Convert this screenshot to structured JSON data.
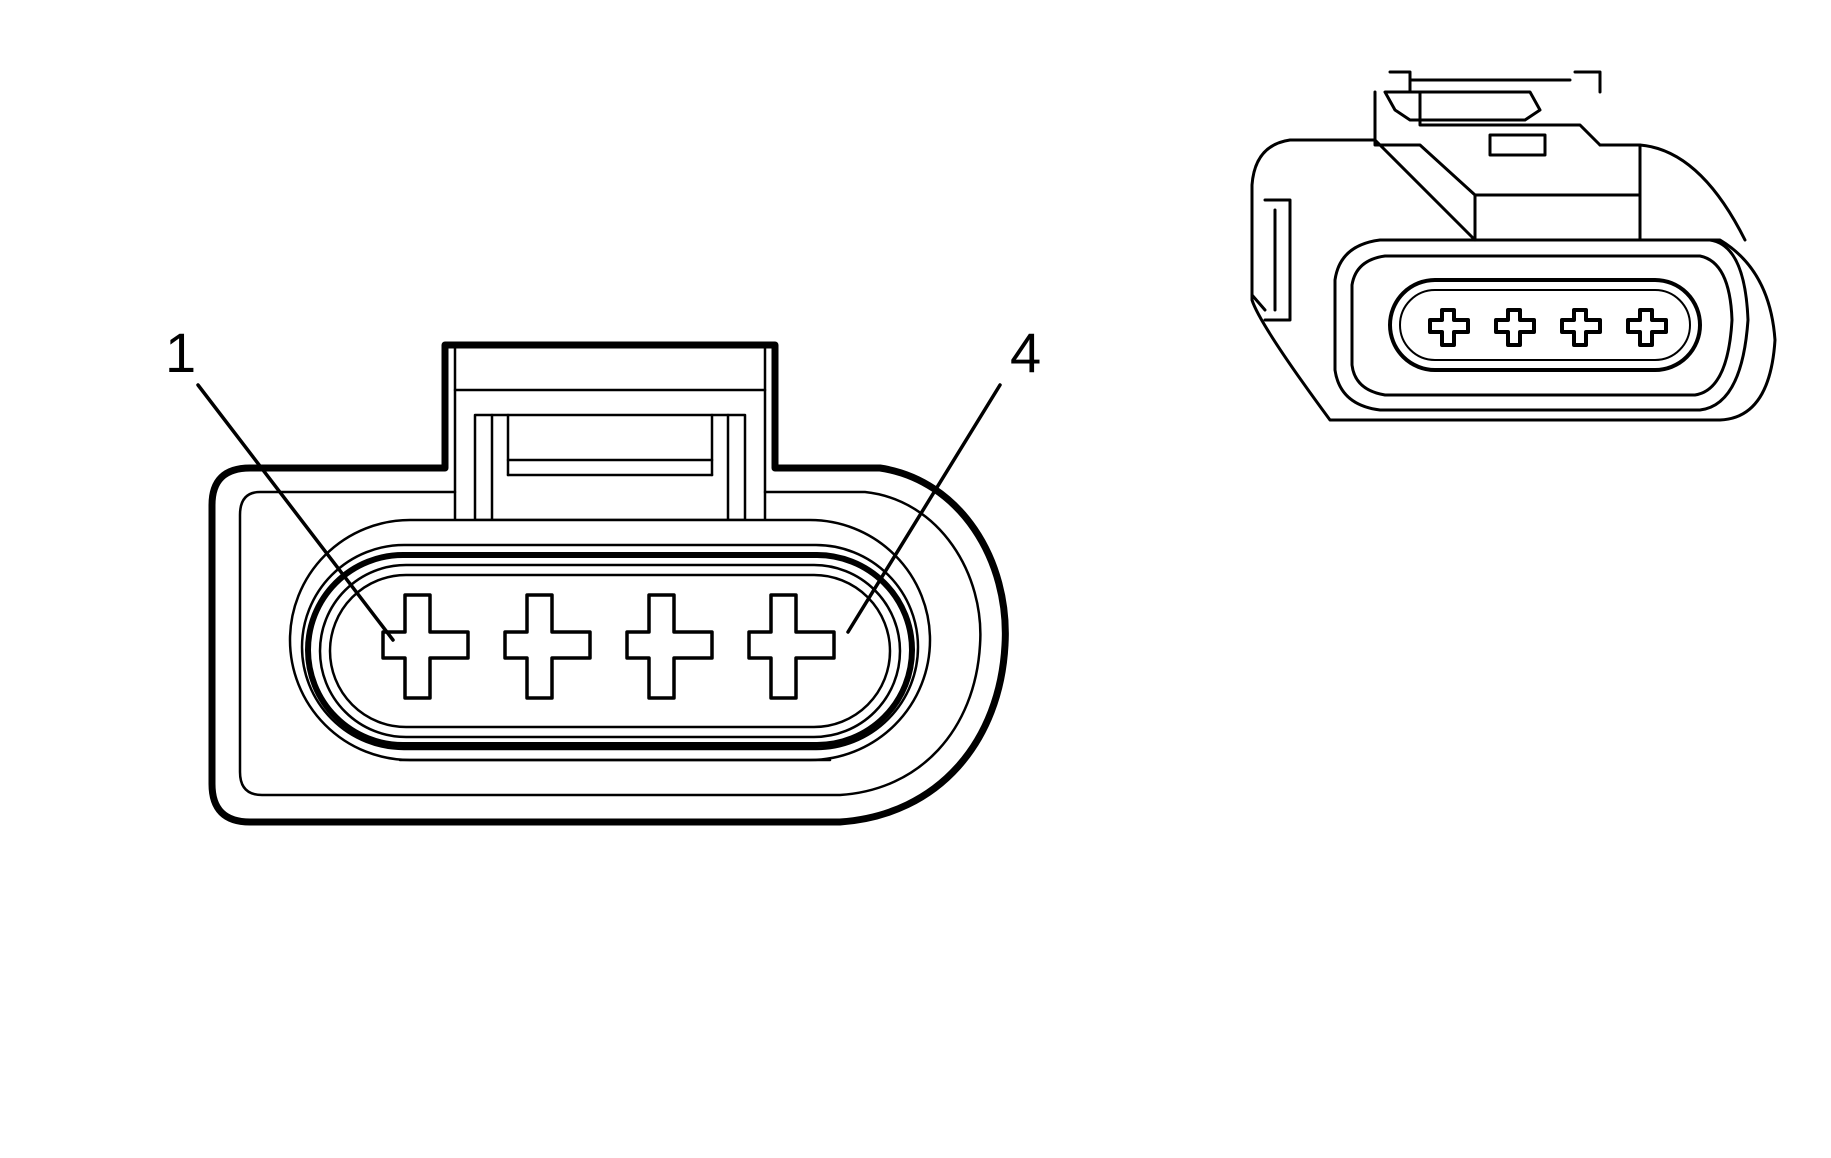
{
  "diagram": {
    "type": "connector-end-view",
    "cavity_count": 4,
    "pin_labels": {
      "first": "1",
      "last": "4"
    },
    "colors": {
      "line": "#000000",
      "background": "#ffffff"
    }
  }
}
